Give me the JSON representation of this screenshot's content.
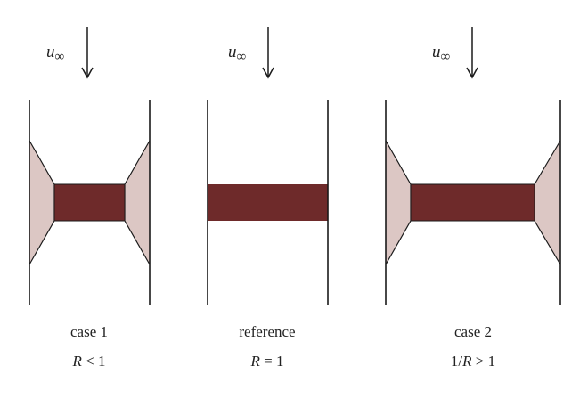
{
  "colors": {
    "background": "#ffffff",
    "wall": "#1a1a1a",
    "block": "#6e2a2a",
    "taper": "#dcc7c4",
    "arrow": "#1a1a1a",
    "text": "#222222"
  },
  "panels": [
    {
      "id": "case1",
      "velocity_symbol": "u",
      "velocity_subscript": "∞",
      "caption": "case 1",
      "condition_var": "R",
      "condition_rest": " < 1",
      "condition_prefix": ""
    },
    {
      "id": "reference",
      "velocity_symbol": "u",
      "velocity_subscript": "∞",
      "caption": "reference",
      "condition_var": "R",
      "condition_rest": " = 1",
      "condition_prefix": ""
    },
    {
      "id": "case2",
      "velocity_symbol": "u",
      "velocity_subscript": "∞",
      "caption": "case 2",
      "condition_var": "R",
      "condition_rest": " > 1",
      "condition_prefix": "1/"
    }
  ]
}
